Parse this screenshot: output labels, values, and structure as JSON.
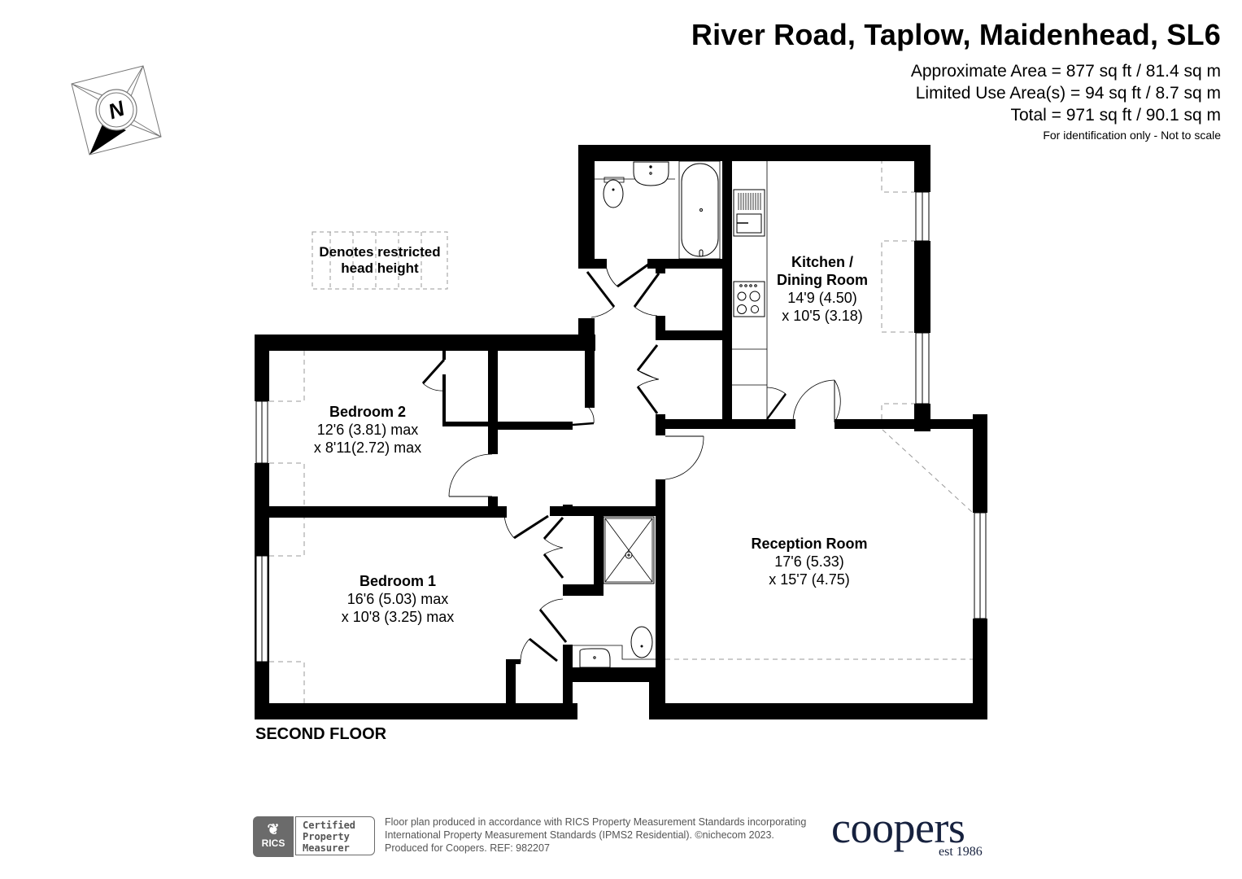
{
  "header": {
    "title": "River Road, Taplow, Maidenhead, SL6",
    "approximate_area": "Approximate Area = 877 sq ft / 81.4 sq m",
    "limited_use_area": "Limited Use Area(s) = 94 sq ft / 8.7 sq m",
    "total": "Total = 971 sq ft / 90.1 sq m",
    "disclaimer": "For identification only - Not to scale"
  },
  "compass": {
    "icon": "north-arrow-compass-icon",
    "label": "N"
  },
  "legend": {
    "text": "Denotes restricted head height"
  },
  "floor": {
    "label": "SECOND FLOOR"
  },
  "rooms": {
    "kitchen": {
      "name_line1": "Kitchen /",
      "name_line2": "Dining Room",
      "dim1": "14'9 (4.50)",
      "dim2": "x 10'5 (3.18)"
    },
    "bedroom2": {
      "name": "Bedroom 2",
      "dim1": "12'6 (3.81) max",
      "dim2": "x 8'11(2.72) max"
    },
    "bedroom1": {
      "name": "Bedroom 1",
      "dim1": "16'6 (5.03) max",
      "dim2": "x 10'8 (3.25) max"
    },
    "reception": {
      "name": "Reception Room",
      "dim1": "17'6 (5.33)",
      "dim2": "x 15'7 (4.75)"
    }
  },
  "footer": {
    "rics_mark": "RICS",
    "rics_line1": "Certified",
    "rics_line2": "Property",
    "rics_line3": "Measurer",
    "line1": "Floor plan produced in accordance with RICS Property Measurement Standards incorporating",
    "line2": "International Property Measurement Standards (IPMS2 Residential).   ©nichecom 2023.",
    "line3": "Produced for Coopers.    REF:  982207",
    "brand_name": "coopers",
    "brand_est": "est 1986",
    "brand_color": "#16213e"
  }
}
